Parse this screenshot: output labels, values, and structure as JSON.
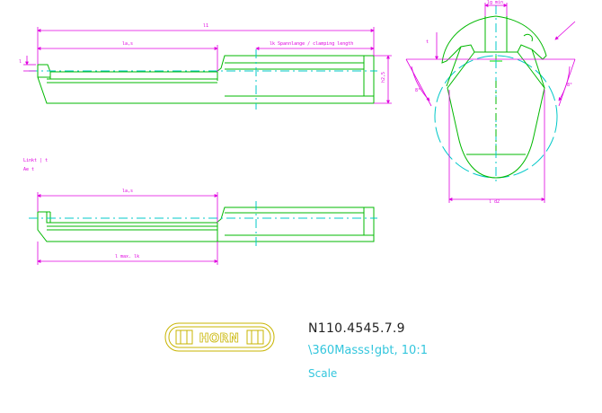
{
  "colors": {
    "outline": "#00b800",
    "dimension": "#e000e0",
    "centerline": "#00c8c8",
    "logo": "#c8b400",
    "text": "#222222",
    "cyan_text": "#33c6dd",
    "bright_green": "#00e000"
  },
  "dims": {
    "top_total": "l1",
    "top_insert": "la,s",
    "top_clamp": "lk Spannlange / clamping length",
    "top_height": "h2,5",
    "top_left": "l",
    "bottom_insert": "la,s",
    "bottom_bottom": "l max. lk",
    "side_top": "lg min",
    "side_bottom": "l d2",
    "side_right_angle": "8°",
    "side_left_angle": "8°",
    "side_left_small": "t"
  },
  "notes": {
    "left_line1": "Linkt | t",
    "left_line2": "Ae t"
  },
  "title_block": {
    "logo_text": "HORN",
    "part_number": "N110.4545.7.9",
    "scale_line": "\\360Masss!gbt, 10:1",
    "scale_label": "Scale"
  }
}
